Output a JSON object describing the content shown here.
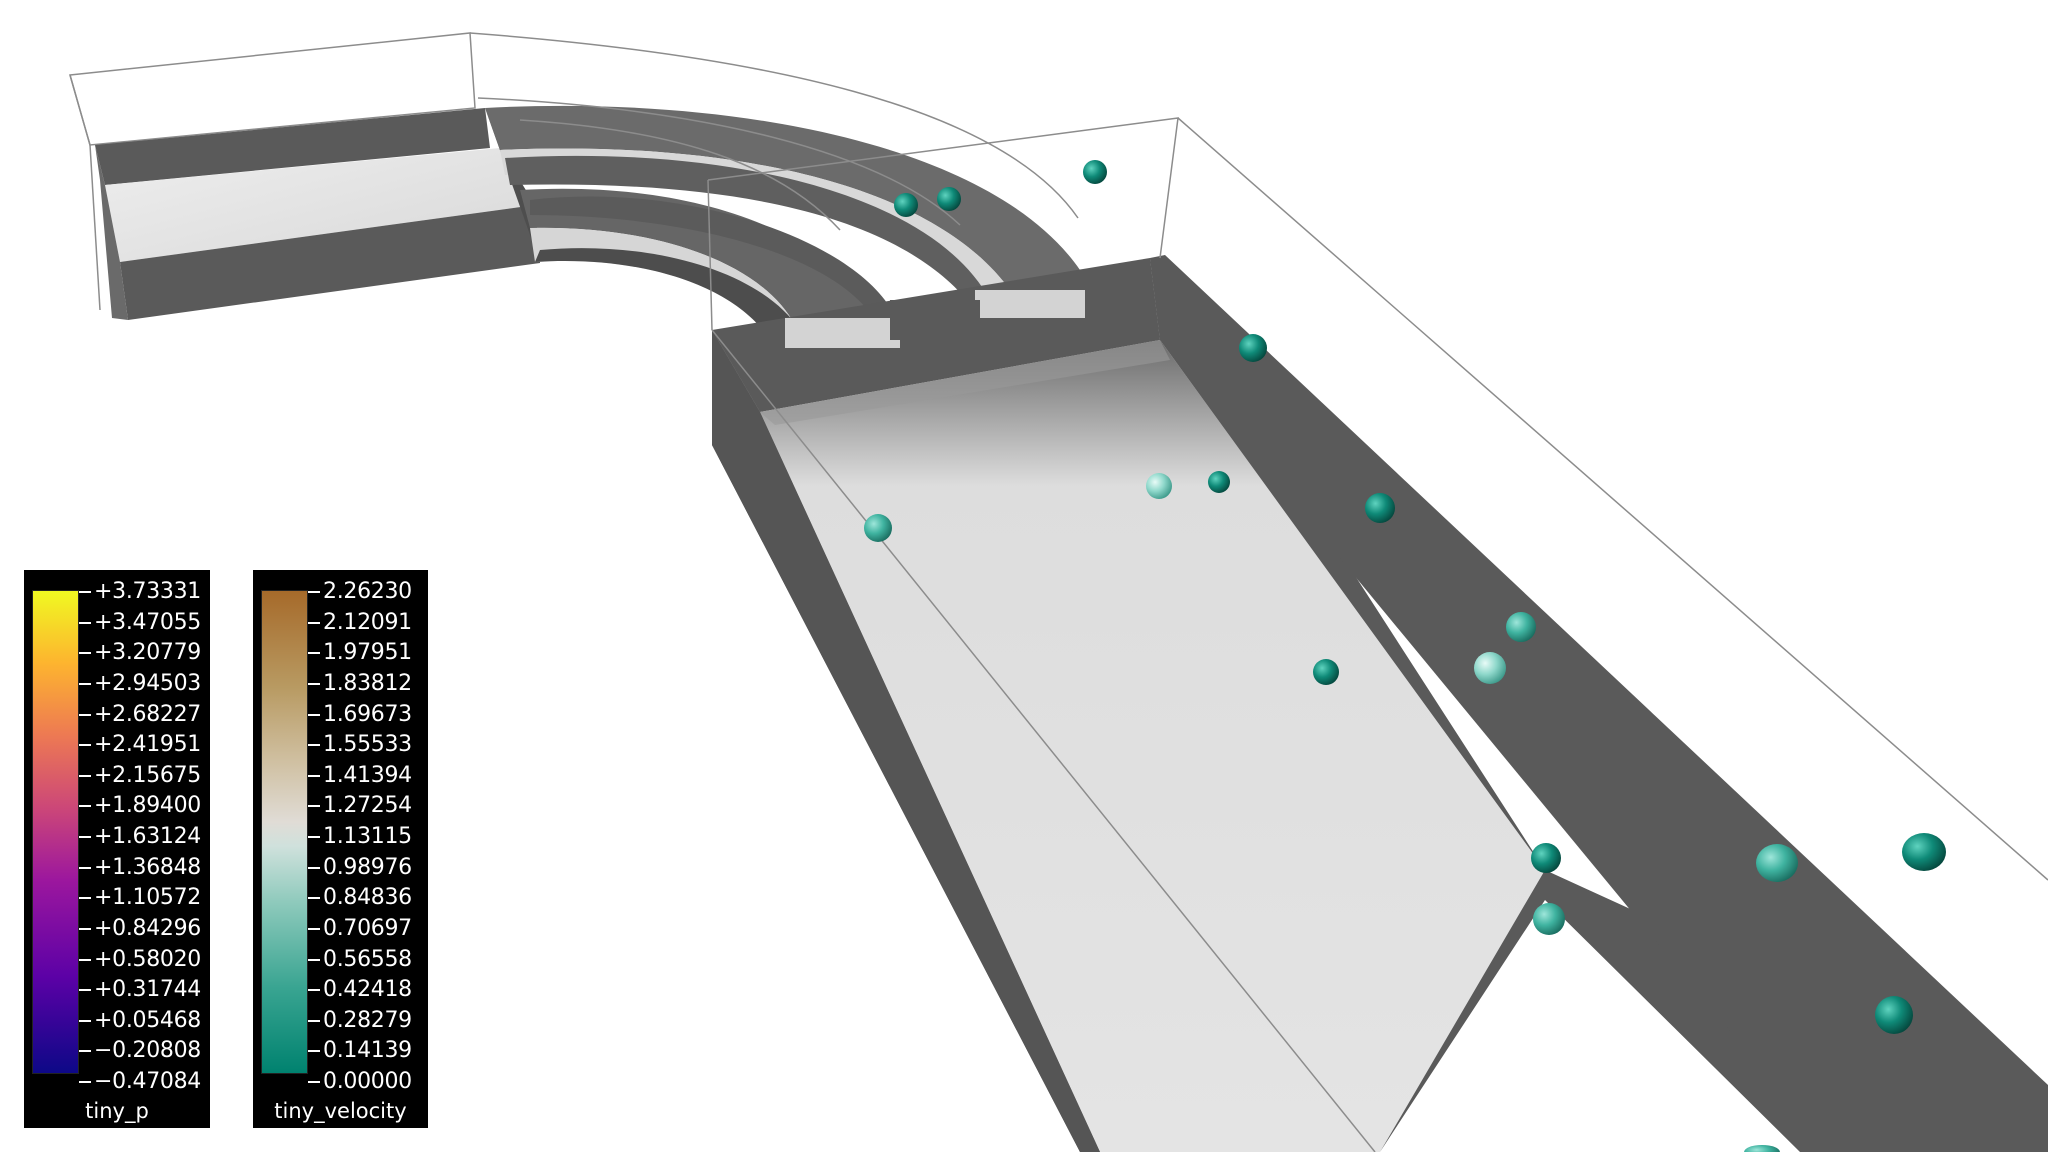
{
  "legends": {
    "pressure": {
      "title": "tiny_p",
      "ticks": [
        "+3.73331",
        "+3.47055",
        "+3.20779",
        "+2.94503",
        "+2.68227",
        "+2.41951",
        "+2.15675",
        "+1.89400",
        "+1.63124",
        "+1.36848",
        "+1.10572",
        "+0.84296",
        "+0.58020",
        "+0.31744",
        "+0.05468",
        "−0.20808",
        "−0.47084"
      ]
    },
    "velocity": {
      "title": "tiny_velocity",
      "ticks": [
        "2.26230",
        "2.12091",
        "1.97951",
        "1.83812",
        "1.69673",
        "1.55533",
        "1.41394",
        "1.27254",
        "1.13115",
        "0.98976",
        "0.84836",
        "0.70697",
        "0.56558",
        "0.42418",
        "0.28279",
        "0.14139",
        "0.00000"
      ]
    }
  },
  "colors": {
    "wall": "#5a5a5a",
    "floor": "#e2e2e2",
    "particle_dark": "#0f8a78",
    "particle_light": "#74cfc0",
    "bounding_box": "#8c8c8c"
  }
}
